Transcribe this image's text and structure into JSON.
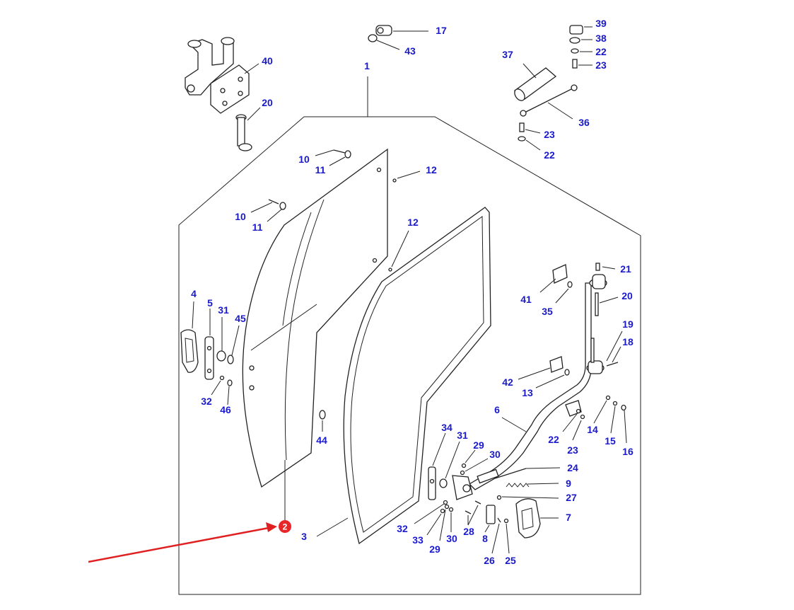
{
  "diagram": {
    "label_color": "#1a1acc",
    "callout_color": "#e8262a",
    "arrow_color": "#e02020",
    "callout_number": "2",
    "labels": [
      {
        "id": "l17",
        "text": "17"
      },
      {
        "id": "l43",
        "text": "43"
      },
      {
        "id": "l1",
        "text": "1"
      },
      {
        "id": "l39",
        "text": "39"
      },
      {
        "id": "l38",
        "text": "38"
      },
      {
        "id": "l22a",
        "text": "22"
      },
      {
        "id": "l23a",
        "text": "23"
      },
      {
        "id": "l37",
        "text": "37"
      },
      {
        "id": "l36",
        "text": "36"
      },
      {
        "id": "l23b",
        "text": "23"
      },
      {
        "id": "l22b",
        "text": "22"
      },
      {
        "id": "l40",
        "text": "40"
      },
      {
        "id": "l20a",
        "text": "20"
      },
      {
        "id": "l10a",
        "text": "10"
      },
      {
        "id": "l11a",
        "text": "11"
      },
      {
        "id": "l12a",
        "text": "12"
      },
      {
        "id": "l10b",
        "text": "10"
      },
      {
        "id": "l11b",
        "text": "11"
      },
      {
        "id": "l12b",
        "text": "12"
      },
      {
        "id": "l21",
        "text": "21"
      },
      {
        "id": "l41",
        "text": "41"
      },
      {
        "id": "l35",
        "text": "35"
      },
      {
        "id": "l20b",
        "text": "20"
      },
      {
        "id": "l4",
        "text": "4"
      },
      {
        "id": "l5",
        "text": "5"
      },
      {
        "id": "l31a",
        "text": "31"
      },
      {
        "id": "l45",
        "text": "45"
      },
      {
        "id": "l19",
        "text": "19"
      },
      {
        "id": "l18",
        "text": "18"
      },
      {
        "id": "l42",
        "text": "42"
      },
      {
        "id": "l13",
        "text": "13"
      },
      {
        "id": "l32a",
        "text": "32"
      },
      {
        "id": "l46",
        "text": "46"
      },
      {
        "id": "l6",
        "text": "6"
      },
      {
        "id": "l14",
        "text": "14"
      },
      {
        "id": "l15",
        "text": "15"
      },
      {
        "id": "l16",
        "text": "16"
      },
      {
        "id": "l22c",
        "text": "22"
      },
      {
        "id": "l23c",
        "text": "23"
      },
      {
        "id": "l44",
        "text": "44"
      },
      {
        "id": "l34",
        "text": "34"
      },
      {
        "id": "l31b",
        "text": "31"
      },
      {
        "id": "l29a",
        "text": "29"
      },
      {
        "id": "l30a",
        "text": "30"
      },
      {
        "id": "l24",
        "text": "24"
      },
      {
        "id": "l9",
        "text": "9"
      },
      {
        "id": "l27",
        "text": "27"
      },
      {
        "id": "l7",
        "text": "7"
      },
      {
        "id": "l32b",
        "text": "32"
      },
      {
        "id": "l28",
        "text": "28"
      },
      {
        "id": "l33",
        "text": "33"
      },
      {
        "id": "l29b",
        "text": "29"
      },
      {
        "id": "l30b",
        "text": "30"
      },
      {
        "id": "l8",
        "text": "8"
      },
      {
        "id": "l26",
        "text": "26"
      },
      {
        "id": "l25",
        "text": "25"
      },
      {
        "id": "l3",
        "text": "3"
      }
    ]
  }
}
